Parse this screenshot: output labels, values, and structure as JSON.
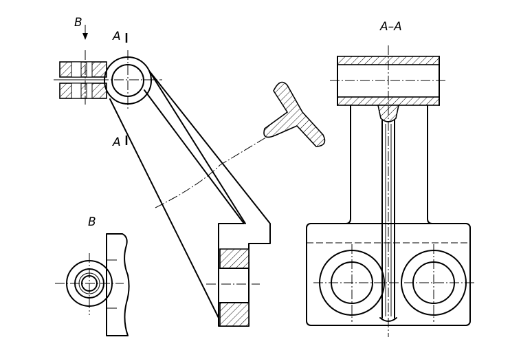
{
  "labels": {
    "view_arrow": "B",
    "section_mark_top": "A",
    "section_mark_bottom": "A",
    "section_title": "A–A",
    "aux_view_title": "B"
  },
  "colors": {
    "line": "#000000",
    "background": "#ffffff"
  }
}
